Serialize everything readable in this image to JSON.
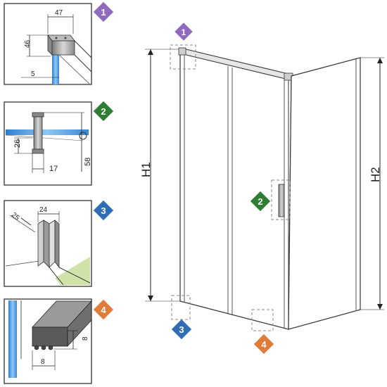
{
  "detail1": {
    "badge": "1",
    "dim_width": "47",
    "dim_height": "46",
    "dim_glass": "5"
  },
  "detail2": {
    "badge": "2",
    "dim_depth": "26",
    "dim_width": "17",
    "dim_height": "58"
  },
  "detail3": {
    "badge": "3",
    "dim_a": "25",
    "dim_b": "24"
  },
  "detail4": {
    "badge": "4",
    "dim_height": "8",
    "dim_width": "8"
  },
  "main": {
    "h1_label": "H1",
    "h2_label": "H2",
    "callout1": "1",
    "callout2": "2",
    "callout3": "3",
    "callout4": "4"
  },
  "colors": {
    "badge1": "#8e6bbf",
    "badge2": "#2e7d32",
    "badge3": "#2f6db5",
    "badge4": "#e07b39",
    "glass": "#5aa6e8",
    "floor": "#cfe3a8"
  }
}
